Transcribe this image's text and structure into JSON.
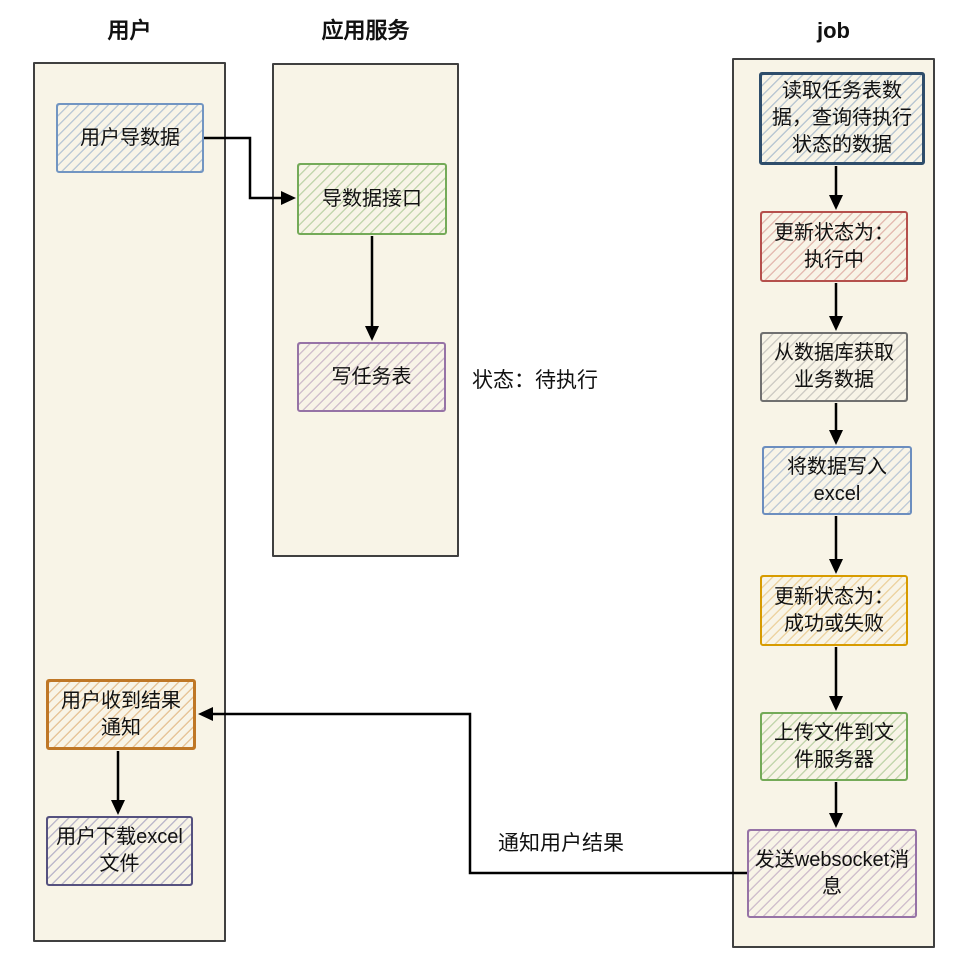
{
  "lanes": [
    {
      "title": "用户"
    },
    {
      "title": "应用服务"
    },
    {
      "title": "job"
    }
  ],
  "nodes": {
    "user_export": {
      "label": "用户导数据"
    },
    "import_api": {
      "label": "导数据接口"
    },
    "write_task_table": {
      "label": "写任务表"
    },
    "read_task_table": {
      "label": "读取任务表数据，查询待执行状态的数据"
    },
    "update_status_executing": {
      "label": "更新状态为：执行中"
    },
    "fetch_business_data": {
      "label": "从数据库获取业务数据"
    },
    "write_data_to_excel": {
      "label": "将数据写入excel"
    },
    "update_status_result": {
      "label": "更新状态为：成功或失败"
    },
    "upload_file": {
      "label": "上传文件到文件服务器"
    },
    "send_websocket": {
      "label": "发送websocket消息"
    },
    "user_receive_notify": {
      "label": "用户收到结果通知"
    },
    "user_download_excel": {
      "label": "用户下载excel文件"
    }
  },
  "annotations": {
    "status_pending": "状态：待执行",
    "notify_user_result": "通知用户结果"
  },
  "palette": {
    "lane_fill": "#f8f4e7",
    "lane_border": "#404040",
    "arrow": "#000000",
    "blue": "#7295c2",
    "navy": "#2e4d6b",
    "green": "#74aa58",
    "purple": "#9673a6",
    "red": "#b5504c",
    "gray": "#707070",
    "light_blue": "#6c8ebf",
    "orange": "#d79b00",
    "dark_orange": "#bf7726",
    "slate_purple": "#55517f"
  }
}
